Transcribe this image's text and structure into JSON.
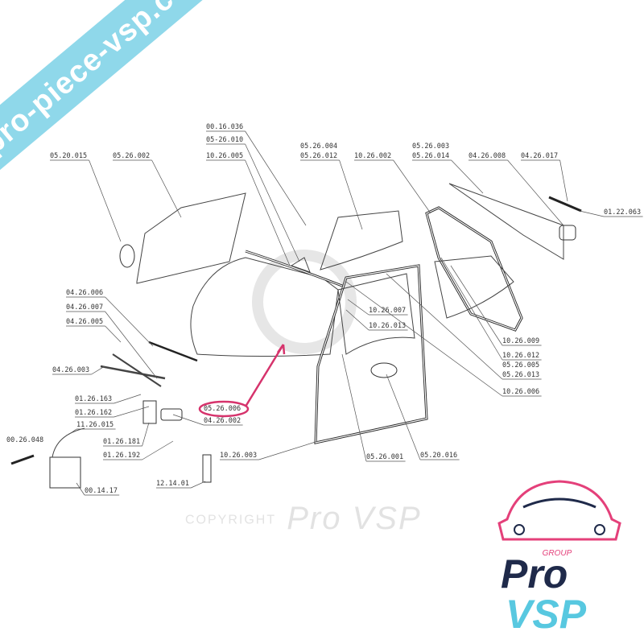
{
  "watermark": {
    "site": "pro-piece-vsp.com",
    "copyright_prefix": "COPYRIGHT",
    "copyright_brand": "Pro VSP"
  },
  "logo": {
    "group": "GROUP",
    "line1": "Pro",
    "line2": "VSP",
    "colors": {
      "pink": "#e4407a",
      "navy": "#1f2a4a",
      "cyan": "#58c8e0"
    }
  },
  "highlight": {
    "part": "05.26.006",
    "color": "#d6336c"
  },
  "labels": [
    "05.20.015",
    "05.26.002",
    "00.16.036",
    "05-26.010",
    "10.26.005",
    "05.26.004",
    "05.26.012",
    "10.26.002",
    "05.26.003",
    "05.26.014",
    "04.26.008",
    "04.26.017",
    "01.22.063",
    "04.26.006",
    "04.26.007",
    "04.26.005",
    "04.26.003",
    "01.26.163",
    "01.26.162",
    "11.26.015",
    "00.26.048",
    "01.26.181",
    "01.26.192",
    "05.26.006",
    "04.26.002",
    "10.26.003",
    "12.14.01",
    "00.14.17",
    "10.26.007",
    "10.26.013",
    "10.26.009",
    "10.26.012",
    "05.26.005",
    "05.26.013",
    "10.26.006",
    "05.26.001",
    "05.20.016"
  ]
}
